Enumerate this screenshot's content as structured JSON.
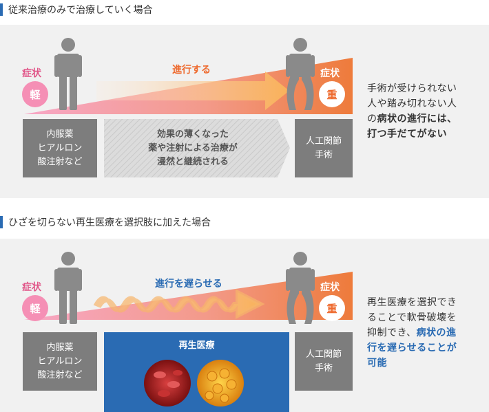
{
  "section1": {
    "title": "従来治療のみで治療していく場合",
    "level_label_left": "症状",
    "level_label_right": "症状",
    "mild": "軽",
    "severe": "重",
    "arrow_label": "進行する",
    "box_left": "内服薬\nヒアルロン\n酸注射など",
    "box_middle": "効果の薄くなった\n薬や注射による治療が\n漫然と継続される",
    "box_right": "人工関節\n手術",
    "side": {
      "line1": "手術が受けられない",
      "line2": "人や踏み切れない人",
      "line3_pre": "の",
      "line3_bold": "病状の進行には、",
      "line4_bold": "打つ手だてがない"
    }
  },
  "section2": {
    "title": "ひざを切らない再生医療を選択肢に加えた場合",
    "level_label_left": "症状",
    "level_label_right": "症状",
    "mild": "軽",
    "severe": "重",
    "arrow_label": "進行を遅らせる",
    "box_left": "内服薬\nヒアルロン\n酸注射など",
    "box_middle_title": "再生医療",
    "box_right": "人工関節\n手術",
    "side": {
      "line1": "再生医療を選択でき",
      "line2": "ることで軟骨破壊を",
      "line3_pre": "抑制でき、",
      "line3_blue": "病状の進",
      "line4_blue": "行を遅らせることが",
      "line5_blue": "可能"
    }
  },
  "colors": {
    "accent_orange": "#ee7b3b",
    "accent_pink": "#f58fb5",
    "accent_blue": "#2a6bb3",
    "box_gray": "#7d7d7d",
    "panel_bg": "#f1f1f1"
  }
}
